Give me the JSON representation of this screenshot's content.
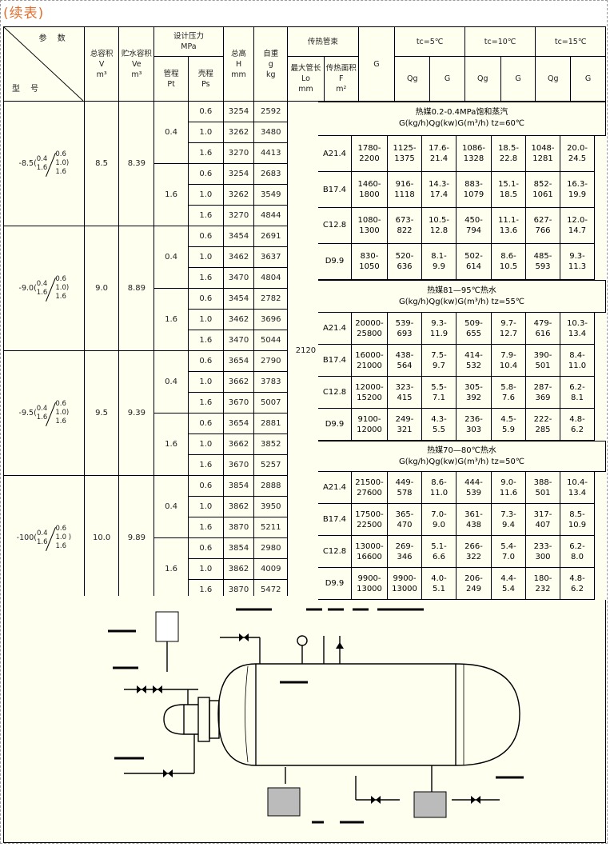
{
  "title": "(续表)",
  "header": {
    "param": "参 数",
    "model": "型 号",
    "total_volume": "总容积",
    "total_volume_sym": "V",
    "total_volume_unit": "m³",
    "storage_volume": "贮水容积",
    "storage_volume_sym": "Ve",
    "storage_volume_unit": "m³",
    "design_pressure": "设计压力",
    "design_pressure_unit": "MPa",
    "tube_side": "管程",
    "tube_side_sym": "Pt",
    "shell_side": "壳程",
    "shell_side_sym": "Ps",
    "total_height": "总高",
    "total_height_sym": "H",
    "total_height_unit": "mm",
    "self_weight": "自重",
    "self_weight_sym": "g",
    "self_weight_unit": "kg",
    "tube_bundle": "传热管束",
    "max_length": "最大管长",
    "max_length_sym": "Lo",
    "max_length_unit": "mm",
    "area": "传热面积",
    "area_sym": "F",
    "area_unit": "m²",
    "g_col": "G",
    "tc5": "tc=5℃",
    "tc10": "tc=10℃",
    "tc15": "tc=15℃",
    "qg": "Qg",
    "g": "G"
  },
  "models": [
    {
      "prefix": "-8.5(",
      "sub1": "0.4",
      "sub2": "1.6",
      "sub3": "0.6",
      "sub4": "1.0)",
      "sub5": "1.6",
      "V": "8.5",
      "Ve": "8.39"
    },
    {
      "prefix": "-9.0(",
      "sub1": "0.4",
      "sub2": "1.6",
      "sub3": "0.6",
      "sub4": "1.0)",
      "sub5": "1.6",
      "V": "9.0",
      "Ve": "8.89"
    },
    {
      "prefix": "-9.5(",
      "sub1": "0.4",
      "sub2": "1.6",
      "sub3": "0.6",
      "sub4": "1.0)",
      "sub5": "1.6",
      "V": "9.5",
      "Ve": "9.39"
    },
    {
      "prefix": "-100(",
      "sub1": "0.4",
      "sub2": "1.6",
      "sub3": "0.6",
      "sub4": "1.0 )",
      "sub5": "1.6",
      "V": "10.0",
      "Ve": "9.89"
    }
  ],
  "pt_values": [
    "0.4",
    "1.6"
  ],
  "max_length_value": "2120",
  "rows": [
    {
      "ps": "0.6",
      "h": "3254",
      "w": "2592"
    },
    {
      "ps": "1.0",
      "h": "3262",
      "w": "3480"
    },
    {
      "ps": "1.6",
      "h": "3270",
      "w": "4413"
    },
    {
      "ps": "0.6",
      "h": "3254",
      "w": "2683"
    },
    {
      "ps": "1.0",
      "h": "3262",
      "w": "3549"
    },
    {
      "ps": "1.6",
      "h": "3270",
      "w": "4844"
    },
    {
      "ps": "0.6",
      "h": "3454",
      "w": "2691"
    },
    {
      "ps": "1.0",
      "h": "3462",
      "w": "3637"
    },
    {
      "ps": "1.6",
      "h": "3470",
      "w": "4804"
    },
    {
      "ps": "0.6",
      "h": "3454",
      "w": "2782"
    },
    {
      "ps": "1.0",
      "h": "3462",
      "w": "3696"
    },
    {
      "ps": "1.6",
      "h": "3470",
      "w": "5044"
    },
    {
      "ps": "0.6",
      "h": "3654",
      "w": "2790"
    },
    {
      "ps": "1.0",
      "h": "3662",
      "w": "3783"
    },
    {
      "ps": "1.6",
      "h": "3670",
      "w": "5007"
    },
    {
      "ps": "0.6",
      "h": "3654",
      "w": "2881"
    },
    {
      "ps": "1.0",
      "h": "3662",
      "w": "3852"
    },
    {
      "ps": "1.6",
      "h": "3670",
      "w": "5257"
    },
    {
      "ps": "0.6",
      "h": "3854",
      "w": "2888"
    },
    {
      "ps": "1.0",
      "h": "3862",
      "w": "3950"
    },
    {
      "ps": "1.6",
      "h": "3870",
      "w": "5211"
    },
    {
      "ps": "0.6",
      "h": "3854",
      "w": "2980"
    },
    {
      "ps": "1.0",
      "h": "3862",
      "w": "4009"
    },
    {
      "ps": "1.6",
      "h": "3870",
      "w": "5472"
    }
  ],
  "media": [
    {
      "title": "热媒0.2-0.4MPa饱和蒸汽",
      "sub": "G(kg/h)Qg(kw)G(m³/h)  tz=60℃"
    },
    {
      "title": "热媒81—95℃热水",
      "sub": "G(kg/h)Qg(kw)G(m³/h)  tz=55℃"
    },
    {
      "title": "热媒70—80℃热水",
      "sub": "G(kg/h)Qg(kw)G(m³/h)  tz=50℃"
    }
  ],
  "perf": [
    [
      {
        "t": "A21.4",
        "g": [
          "1780-",
          "2200"
        ],
        "q5": [
          "1125-",
          "1375"
        ],
        "g5": [
          "17.6-",
          "21.4"
        ],
        "q10": [
          "1086-",
          "1328"
        ],
        "g10": [
          "18.5-",
          "22.8"
        ],
        "q15": [
          "1048-",
          "1281"
        ],
        "g15": [
          "20.0-",
          "24.5"
        ]
      },
      {
        "t": "B17.4",
        "g": [
          "1460-",
          "1800"
        ],
        "q5": [
          "916-",
          "1118"
        ],
        "g5": [
          "14.3-",
          "17.4"
        ],
        "q10": [
          "883-",
          "1079"
        ],
        "g10": [
          "15.1-",
          "18.5"
        ],
        "q15": [
          "852-",
          "1061"
        ],
        "g15": [
          "16.3-",
          "19.9"
        ]
      },
      {
        "t": "C12.8",
        "g": [
          "1080-",
          "1300"
        ],
        "q5": [
          "673-",
          "822"
        ],
        "g5": [
          "10.5-",
          "12.8"
        ],
        "q10": [
          "450-",
          "794"
        ],
        "g10": [
          "11.1-",
          "13.6"
        ],
        "q15": [
          "627-",
          "766"
        ],
        "g15": [
          "12.0-",
          "14.7"
        ]
      },
      {
        "t": "D9.9",
        "g": [
          "830-",
          "1050"
        ],
        "q5": [
          "520-",
          "636"
        ],
        "g5": [
          "8.1-",
          "9.9"
        ],
        "q10": [
          "502-",
          "614"
        ],
        "g10": [
          "8.6-",
          "10.5"
        ],
        "q15": [
          "485-",
          "593"
        ],
        "g15": [
          "9.3-",
          "11.3"
        ]
      }
    ],
    [
      {
        "t": "A21.4",
        "g": [
          "20000-",
          "25800"
        ],
        "q5": [
          "539-",
          "693"
        ],
        "g5": [
          "9.3-",
          "11.9"
        ],
        "q10": [
          "509-",
          "655"
        ],
        "g10": [
          "9.7-",
          "12.7"
        ],
        "q15": [
          "479-",
          "616"
        ],
        "g15": [
          "10.3-",
          "13.4"
        ]
      },
      {
        "t": "B17.4",
        "g": [
          "16000-",
          "21000"
        ],
        "q5": [
          "438-",
          "564"
        ],
        "g5": [
          "7.5-",
          "9.7"
        ],
        "q10": [
          "414-",
          "532"
        ],
        "g10": [
          "7.9-",
          "10.4"
        ],
        "q15": [
          "390-",
          "501"
        ],
        "g15": [
          "8.4-",
          "11.0"
        ]
      },
      {
        "t": "C12.8",
        "g": [
          "12000-",
          "15200"
        ],
        "q5": [
          "323-",
          "415"
        ],
        "g5": [
          "5.5-",
          "7.1"
        ],
        "q10": [
          "305-",
          "392"
        ],
        "g10": [
          "5.8-",
          "7.6"
        ],
        "q15": [
          "287-",
          "369"
        ],
        "g15": [
          "6.2-",
          "8.1"
        ]
      },
      {
        "t": "D9.9",
        "g": [
          "9100-",
          "12000"
        ],
        "q5": [
          "249-",
          "321"
        ],
        "g5": [
          "4.3-",
          "5.5"
        ],
        "q10": [
          "236-",
          "303"
        ],
        "g10": [
          "4.5-",
          "5.9"
        ],
        "q15": [
          "222-",
          "285"
        ],
        "g15": [
          "4.8-",
          "6.2"
        ]
      }
    ],
    [
      {
        "t": "A21.4",
        "g": [
          "21500-",
          "27600"
        ],
        "q5": [
          "449-",
          "578"
        ],
        "g5": [
          "8.6-",
          "11.0"
        ],
        "q10": [
          "444-",
          "539"
        ],
        "g10": [
          "9.0-",
          "11.6"
        ],
        "q15": [
          "388-",
          "501"
        ],
        "g15": [
          "10.4-",
          "13.4"
        ]
      },
      {
        "t": "B17.4",
        "g": [
          "17500-",
          "22500"
        ],
        "q5": [
          "365-",
          "470"
        ],
        "g5": [
          "7.0-",
          "9.0"
        ],
        "q10": [
          "361-",
          "438"
        ],
        "g10": [
          "7.3-",
          "9.4"
        ],
        "q15": [
          "317-",
          "407"
        ],
        "g15": [
          "8.5-",
          "10.9"
        ]
      },
      {
        "t": "C12.8",
        "g": [
          "13000-",
          "16600"
        ],
        "q5": [
          "269-",
          "346"
        ],
        "g5": [
          "5.1-",
          "6.6"
        ],
        "q10": [
          "266-",
          "322"
        ],
        "g10": [
          "5.4-",
          "7.0"
        ],
        "q15": [
          "233-",
          "300"
        ],
        "g15": [
          "6.2-",
          "8.0"
        ]
      },
      {
        "t": "D9.9",
        "g": [
          "9900-",
          "13000"
        ],
        "q5": [
          "9900-",
          "13000"
        ],
        "g5": [
          "4.0-",
          "5.1"
        ],
        "q10": [
          "206-",
          "249"
        ],
        "g10": [
          "4.4-",
          "5.4"
        ],
        "q15": [
          "180-",
          "232"
        ],
        "g15": [
          "4.8-",
          "6.2"
        ]
      }
    ]
  ]
}
